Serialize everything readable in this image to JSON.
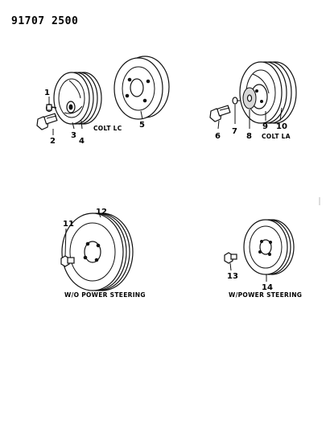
{
  "header": {
    "code": "91707 2500"
  },
  "callouts": [
    "1",
    "2",
    "3",
    "4",
    "5",
    "6",
    "7",
    "8",
    "9",
    "10",
    "11",
    "12",
    "13",
    "14"
  ],
  "captions": {
    "colt_lc": "COLT LC",
    "colt_la": "COLT LA",
    "wo_power_steering": "W/O POWER STEERING",
    "w_power_steering": "W/POWER STEERING"
  },
  "parts": {
    "p1": "bolt-washer-icon",
    "p2": "bolt-icon",
    "p3": "pulley-hub-icon",
    "p4": "crankshaft-pulley-icon",
    "p5": "pulley-icon",
    "p6": "bolt-icon",
    "p7": "washer-icon",
    "p8": "hub-plate-icon",
    "p9": "pulley-icon",
    "p10": "double-pulley-icon",
    "p11": "bolt-icon",
    "p12": "pulley-icon",
    "p13": "bolt-icon",
    "p14": "pulley-icon"
  }
}
